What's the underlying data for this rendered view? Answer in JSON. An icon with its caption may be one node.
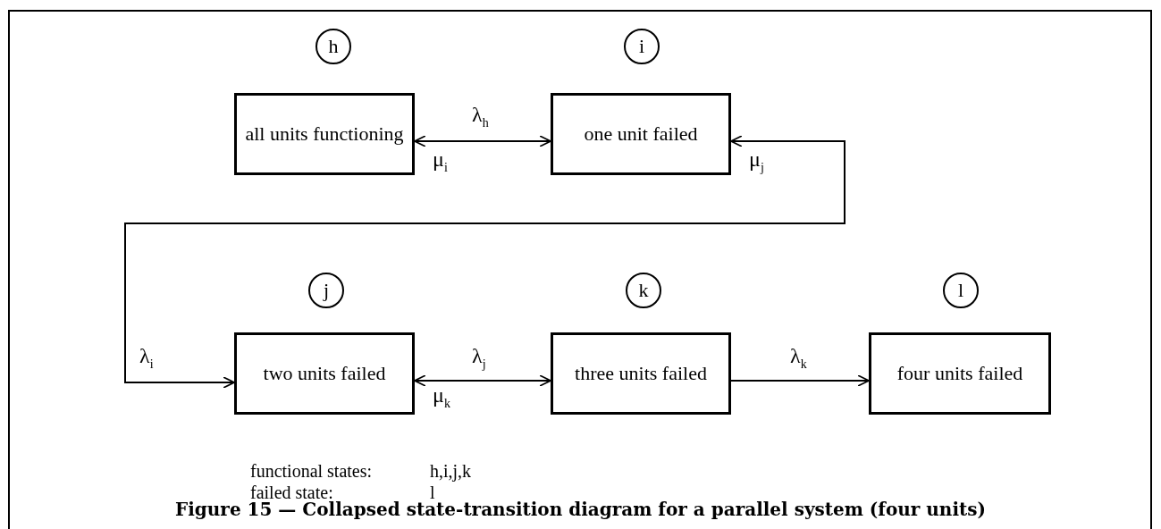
{
  "diagram": {
    "caption": "Figure 15 — Collapsed state-transition diagram for a parallel system (four units)",
    "nodes": [
      {
        "text": [
          "h"
        ]
      },
      {
        "text": [
          "all units functioning"
        ]
      },
      {
        "text": [
          "i"
        ]
      },
      {
        "text": [
          "one unit failed"
        ]
      },
      {
        "text": [
          "j"
        ]
      },
      {
        "text": [
          "two units failed"
        ]
      },
      {
        "text": [
          "k"
        ]
      },
      {
        "text": [
          "three units failed"
        ]
      },
      {
        "text": [
          "l"
        ]
      },
      {
        "text": [
          "four units failed"
        ]
      }
    ],
    "edges": [
      {
        "from": 1,
        "to": 3,
        "arrow": "both",
        "label": "λ$_{h}$"
      },
      {
        "from": 5,
        "to": 3,
        "arrow": "both",
        "label": "λ$_{i}$"
      },
      {
        "from": 5,
        "to": 7,
        "arrow": "both",
        "label": "λ$_{j}$"
      },
      {
        "from": 7,
        "to": 9,
        "arrow": "to",
        "label": "λ$_{k}$"
      }
    ],
    "labels": [
      "μ$_{i}$",
      "μ$_{j}$",
      "μ$_{k}$",
      "functional states:",
      "h,i,j,k",
      "failed state:",
      "l"
    ]
  }
}
